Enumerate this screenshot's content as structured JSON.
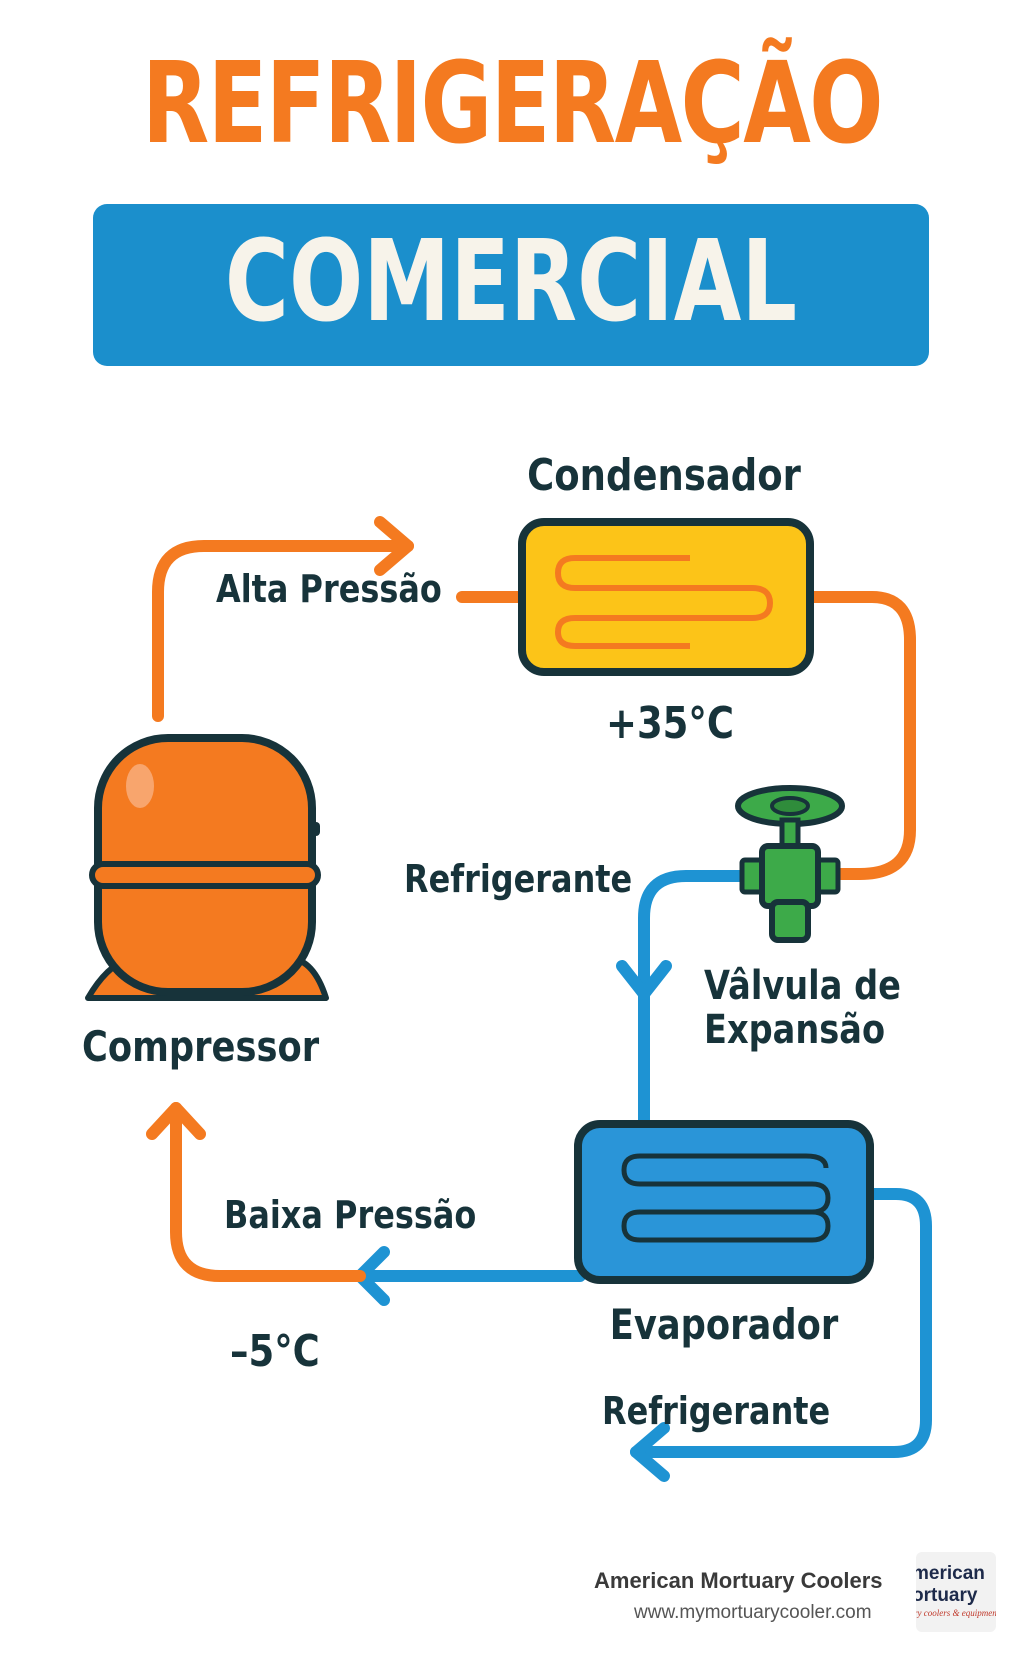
{
  "title": {
    "line1": "REFRIGERAÇÃO",
    "line2": "COMERCIAL"
  },
  "colors": {
    "orange": "#f47a20",
    "blue": "#1e93d3",
    "banner": "#1b8fcc",
    "banner_text": "#f7f3ea",
    "yellow": "#fcc418",
    "green": "#3daa49",
    "outline": "#17333a",
    "evap_fill": "#2a95d8"
  },
  "diagram": {
    "nodes": {
      "condenser": {
        "label": "Condensador",
        "temperature": "+35°C"
      },
      "valve": {
        "label_line1": "Vâlvula de",
        "label_line2": "Expansão"
      },
      "evaporator": {
        "label": "Evaporador"
      },
      "compressor": {
        "label": "Compressor"
      }
    },
    "edges": {
      "high_pressure": "Alta Pressão",
      "low_pressure": "Baixa Pressão",
      "refrigerant_top": "Refrigerante",
      "refrigerant_bottom": "Refrigerante",
      "low_temperature": "–5°C"
    }
  },
  "footer": {
    "brand": "American Mortuary Coolers",
    "url": "www.mymortuarycooler.com",
    "logo_line1": "merican",
    "logo_line2": "ortuary",
    "logo_line3": "ry coolers & equipment"
  }
}
